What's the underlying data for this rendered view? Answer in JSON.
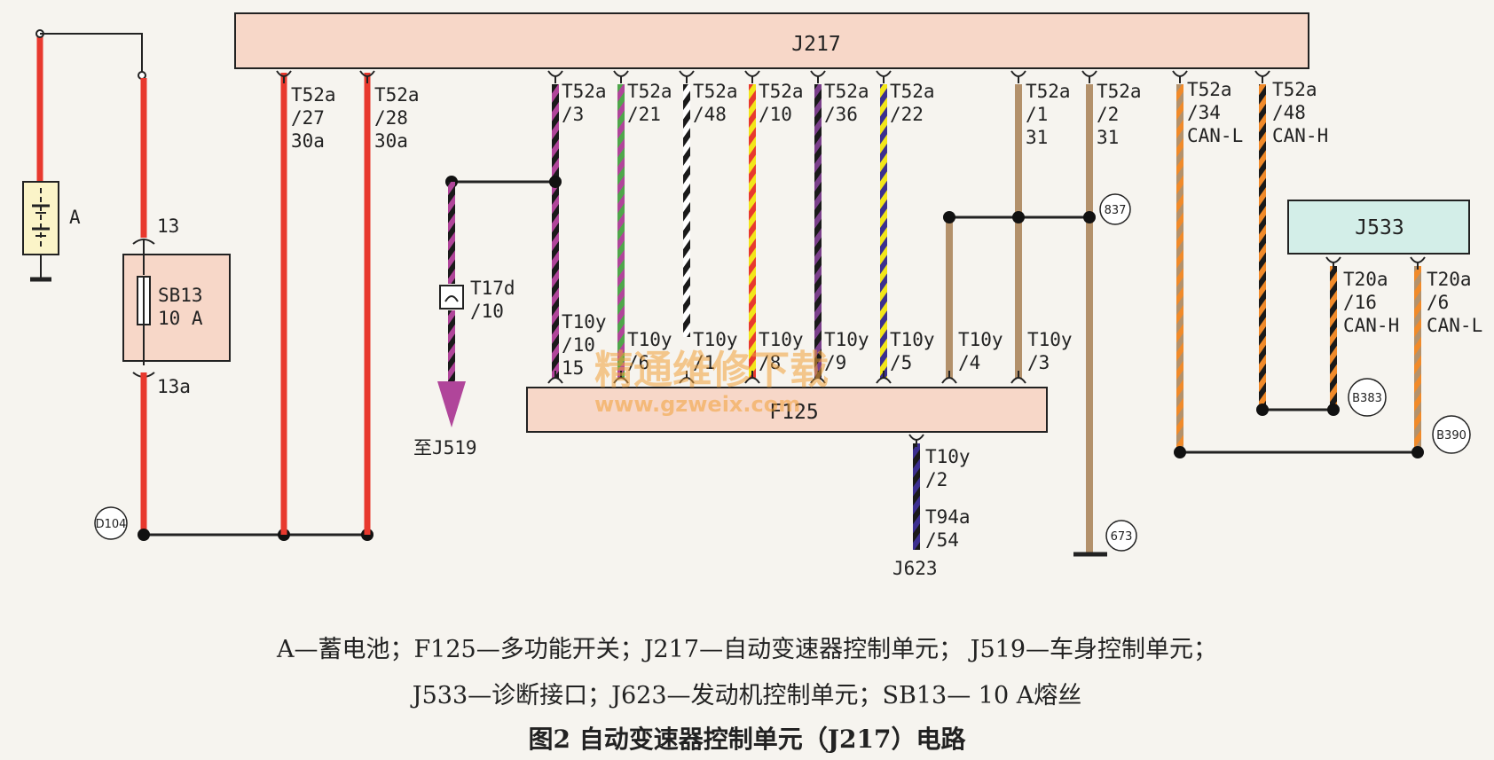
{
  "components": {
    "J217": "J217",
    "F125": "F125",
    "J533": "J533",
    "SB13_line1": "SB13",
    "SB13_line2": "10 A",
    "battery": "A"
  },
  "fuse_pins": {
    "top": "13",
    "bottom": "13a"
  },
  "ground_points": [
    "D104",
    "837",
    "673",
    "B383",
    "B390"
  ],
  "j217_pins": [
    {
      "conn": "T52a",
      "pin": "/27",
      "sig": "30a"
    },
    {
      "conn": "T52a",
      "pin": "/28",
      "sig": "30a"
    },
    {
      "conn": "T52a",
      "pin": "/3",
      "sig": ""
    },
    {
      "conn": "T52a",
      "pin": "/21",
      "sig": ""
    },
    {
      "conn": "T52a",
      "pin": "/48",
      "sig": ""
    },
    {
      "conn": "T52a",
      "pin": "/10",
      "sig": ""
    },
    {
      "conn": "T52a",
      "pin": "/36",
      "sig": ""
    },
    {
      "conn": "T52a",
      "pin": "/22",
      "sig": ""
    },
    {
      "conn": "T52a",
      "pin": "/1",
      "sig": "31"
    },
    {
      "conn": "T52a",
      "pin": "/2",
      "sig": "31"
    },
    {
      "conn": "T52a",
      "pin": "/34",
      "sig": "CAN-L"
    },
    {
      "conn": "T52a",
      "pin": "/48",
      "sig": "CAN-H"
    }
  ],
  "f125_pins": [
    {
      "conn": "T10y",
      "pin": "/10",
      "extra": "15"
    },
    {
      "conn": "T10y",
      "pin": "/6"
    },
    {
      "conn": "T10y",
      "pin": "/1"
    },
    {
      "conn": "T10y",
      "pin": "/8"
    },
    {
      "conn": "T10y",
      "pin": "/9"
    },
    {
      "conn": "T10y",
      "pin": "/5"
    },
    {
      "conn": "T10y",
      "pin": "/4"
    },
    {
      "conn": "T10y",
      "pin": "/3"
    }
  ],
  "f125_bottom": {
    "conn": "T10y",
    "pin": "/2",
    "conn2": "T94a",
    "pin2": "/54",
    "target": "J623"
  },
  "j519_branch": {
    "conn": "T17d",
    "pin": "/10",
    "target": "至J519"
  },
  "j533_pins": [
    {
      "conn": "T20a",
      "pin": "/16",
      "sig": "CAN-H"
    },
    {
      "conn": "T20a",
      "pin": "/6",
      "sig": "CAN-L"
    }
  ],
  "watermark": {
    "line1": "精通维修下载",
    "line2": "www.gzweix.com"
  },
  "caption": {
    "line1": "A—蓄电池；F125—多功能开关；J217—自动变速器控制单元；  J519—车身控制单元；",
    "line2": "J533—诊断接口；J623—发动机控制单元；SB13— 10 A熔丝",
    "title": "图2   自动变速器控制单元（J217）电路"
  },
  "colors": {
    "box_fill": "#f7d7c8",
    "j533_fill": "#d3eee8",
    "red": "#e8392e",
    "black": "#1a1a1a",
    "violet": "#b0459a",
    "green": "#4fa64b",
    "yellow": "#f2e61a",
    "blue": "#3c2f8f",
    "brown": "#b3916b",
    "orange": "#f08a2a"
  }
}
